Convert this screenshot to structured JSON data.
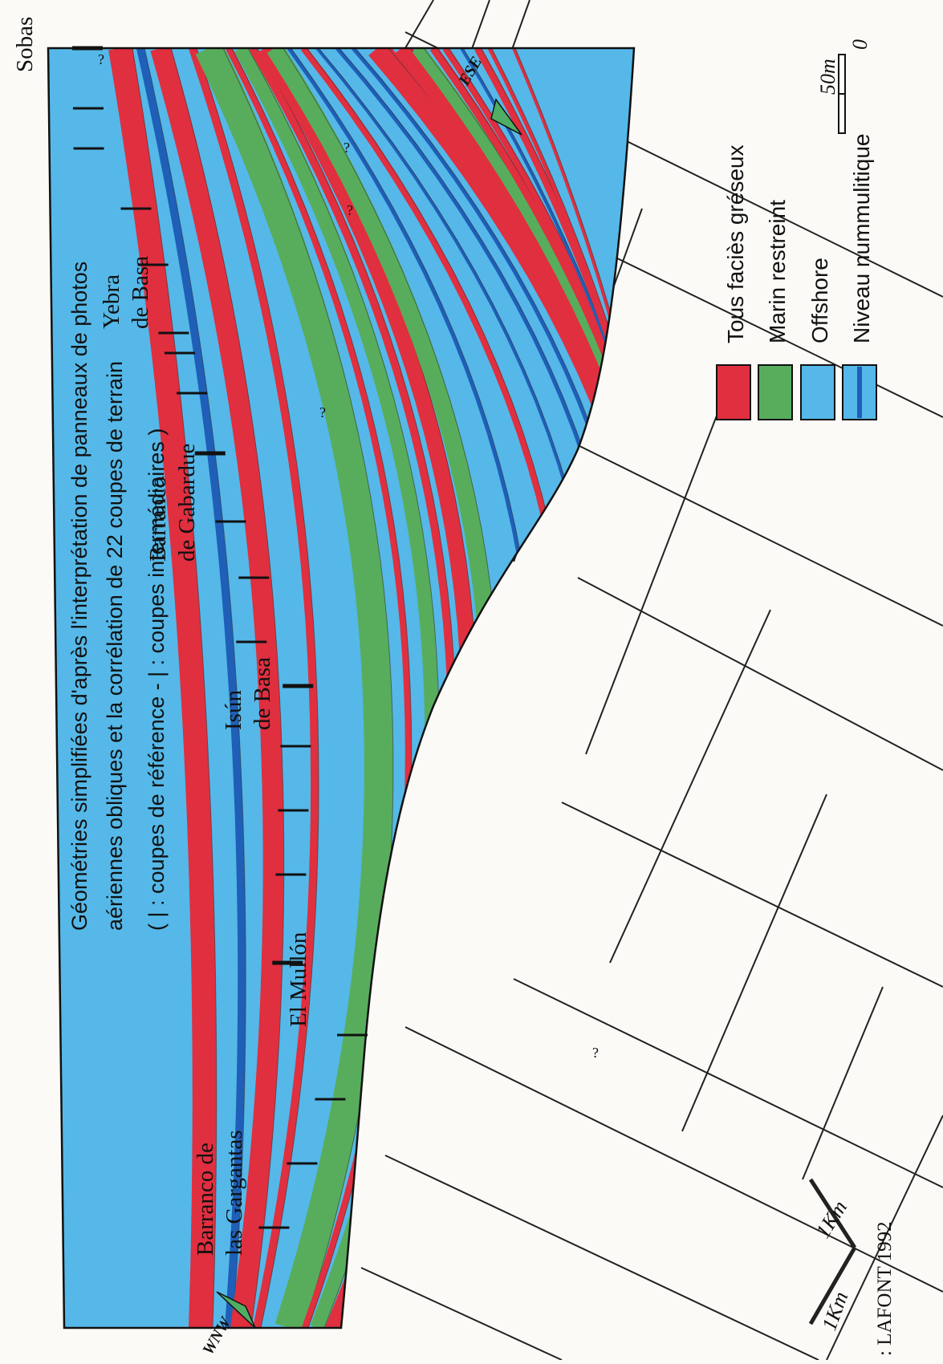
{
  "colors": {
    "offshore": "#55b8e8",
    "gres": "#e02f3f",
    "marin": "#58ad5c",
    "nummulitique": "#1f5fb8",
    "paper": "#fbfaf6",
    "ink": "#111111"
  },
  "title": {
    "line1": "Géométries simplifiées d'après l'interprétation de panneaux de photos",
    "line2": "aériennes obliques et la corrélation de 22 coupes de terrain",
    "line3": "( | : coupes de référence  -  | :  coupes intermédiaires )"
  },
  "localities": [
    {
      "id": "sobas",
      "lines": [
        "Sobas"
      ]
    },
    {
      "id": "yebra",
      "lines": [
        "Yebra",
        "de Basa"
      ]
    },
    {
      "id": "gabardue",
      "lines": [
        "Barranco",
        "de Gabardue"
      ]
    },
    {
      "id": "isun",
      "lines": [
        "Isún",
        "de Basa"
      ]
    },
    {
      "id": "mullon",
      "lines": [
        "El Mullón"
      ]
    },
    {
      "id": "gargantas",
      "lines": [
        "Barranco de",
        "las Gargantas"
      ]
    }
  ],
  "compass": {
    "ese": "ESE",
    "wnw": "WNW"
  },
  "scale": {
    "top": "50m",
    "bottom": "0"
  },
  "grid_scale": {
    "left": "1Km",
    "right": "1Km"
  },
  "question_mark": "?",
  "legend": [
    {
      "key": "gres",
      "label": "Tous faciès gréseux",
      "icon": "red-swatch"
    },
    {
      "key": "marin",
      "label": "Marin restreint",
      "icon": "green-swatch"
    },
    {
      "key": "offshore",
      "label": "Offshore",
      "icon": "blue-swatch"
    },
    {
      "key": "nummulitique",
      "label": "Niveau nummulitique",
      "icon": "dark-blue-line"
    }
  ],
  "credit": ": LAFONT 1992"
}
